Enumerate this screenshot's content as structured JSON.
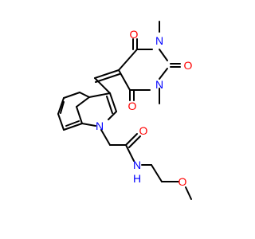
{
  "molecule": {
    "colors": {
      "carbon": "#000000",
      "oxygen": "#ff0000",
      "nitrogen": "#0000ff",
      "background": "#ffffff"
    },
    "atom_labels": [
      {
        "id": "o-top",
        "text": "O"
      },
      {
        "id": "n-top",
        "text": "N"
      },
      {
        "id": "o-right",
        "text": "O"
      },
      {
        "id": "n-right",
        "text": "N"
      },
      {
        "id": "o-lower",
        "text": "O"
      },
      {
        "id": "n-indole",
        "text": "N"
      },
      {
        "id": "o-amide",
        "text": "O"
      },
      {
        "id": "n-amide",
        "text": "N"
      },
      {
        "id": "h-amide",
        "text": "H"
      },
      {
        "id": "o-ether",
        "text": "O"
      }
    ]
  }
}
